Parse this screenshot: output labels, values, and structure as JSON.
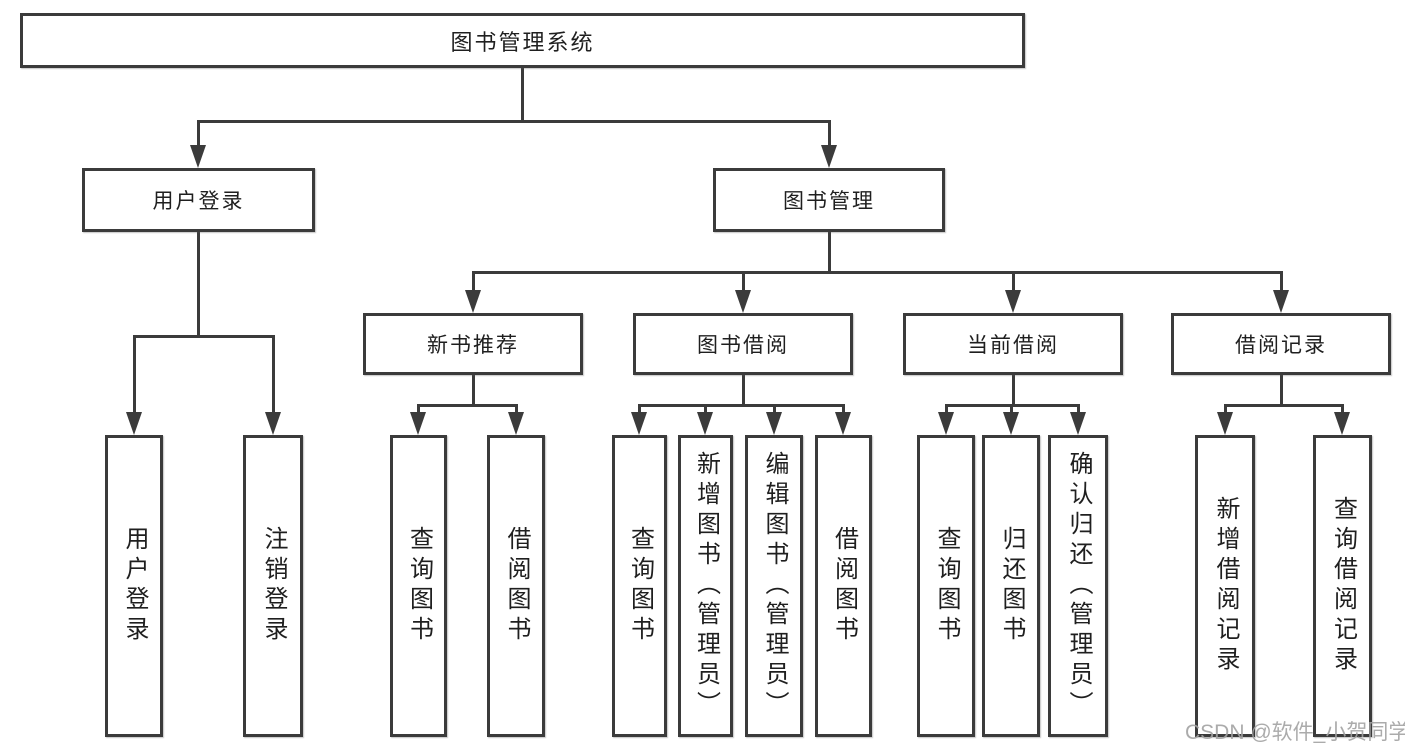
{
  "colors": {
    "line": "#3b3b3b",
    "box_border": "#3b3b3b",
    "text": "#1f1f1f",
    "watermark_text": "#a3a3a3",
    "background": "#ffffff"
  },
  "watermark": "CSDN @软件_小贺同学",
  "tree": {
    "root": "图书管理系统",
    "children": [
      {
        "label": "用户登录",
        "children": [
          "用户登录",
          "注销登录"
        ]
      },
      {
        "label": "图书管理",
        "children": [
          {
            "label": "新书推荐",
            "children": [
              "查询图书",
              "借阅图书"
            ]
          },
          {
            "label": "图书借阅",
            "children": [
              "查询图书",
              "新增图书（管理员）",
              "编辑图书（管理员）",
              "借阅图书"
            ]
          },
          {
            "label": "当前借阅",
            "children": [
              "查询图书",
              "归还图书",
              "确认归还（管理员）"
            ]
          },
          {
            "label": "借阅记录",
            "children": [
              "新增借阅记录",
              "查询借阅记录"
            ]
          }
        ]
      }
    ]
  }
}
